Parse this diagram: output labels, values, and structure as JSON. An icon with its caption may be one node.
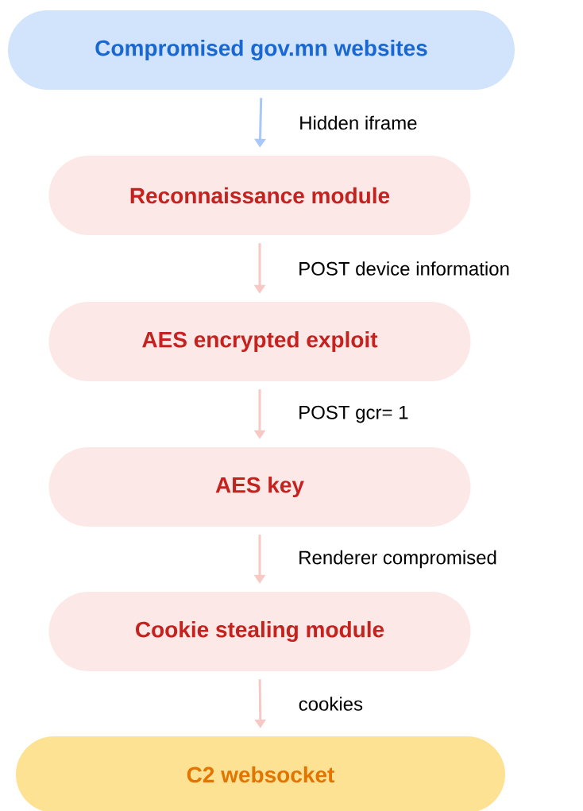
{
  "diagram": {
    "nodes": [
      {
        "text": [
          "Compromised gov.mn websites"
        ]
      },
      {
        "text": [
          "Reconnaissance module"
        ]
      },
      {
        "text": [
          "AES encrypted exploit"
        ]
      },
      {
        "text": [
          "AES key"
        ]
      },
      {
        "text": [
          "Cookie stealing module"
        ]
      },
      {
        "text": [
          "C2 websocket"
        ]
      }
    ],
    "edges": [
      {
        "from": 0,
        "to": 1,
        "arrow": "to",
        "label": "Hidden iframe",
        "color": "#a8c7fa"
      },
      {
        "from": 1,
        "to": 2,
        "arrow": "to",
        "label": "POST device information"
      },
      {
        "from": 2,
        "to": 3,
        "arrow": "to",
        "label": "POST gcr= 1"
      },
      {
        "from": 3,
        "to": 4,
        "arrow": "to",
        "label": "Renderer compromised"
      },
      {
        "from": 4,
        "to": 5,
        "arrow": "to",
        "label": "cookies"
      }
    ]
  }
}
